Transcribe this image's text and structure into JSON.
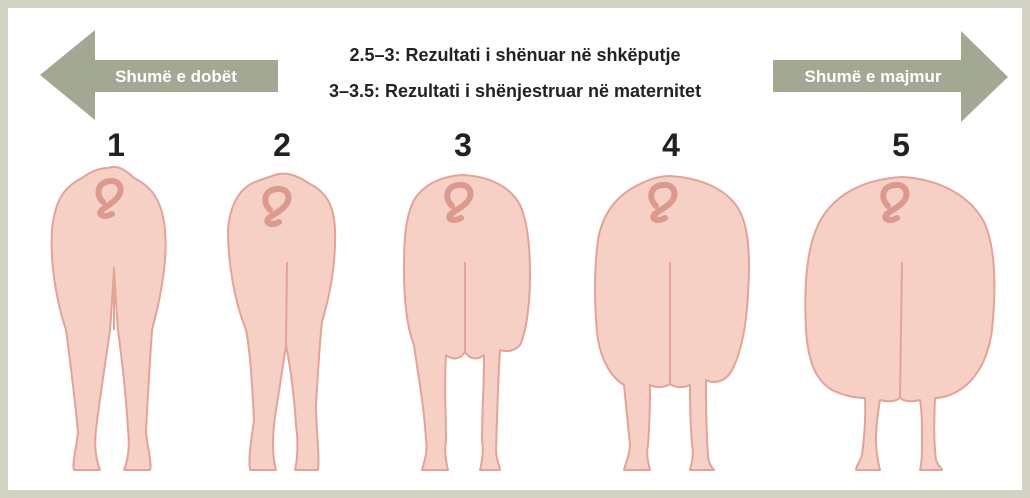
{
  "header": {
    "line1": "2.5–3: Rezultati i shënuar në shkëputje",
    "line2": "3–3.5: Rezultati i shënjestruar në maternitet"
  },
  "arrows": {
    "left_label": "Shumë e dobët",
    "right_label": "Shumë e majmur",
    "color": "#a3a892"
  },
  "scores": [
    "1",
    "2",
    "3",
    "4",
    "5"
  ],
  "colors": {
    "pig_fill": "#f6cfc5",
    "pig_stroke": "#e3a397",
    "tail": "#dc9a8e",
    "background": "#d2d3c3"
  }
}
